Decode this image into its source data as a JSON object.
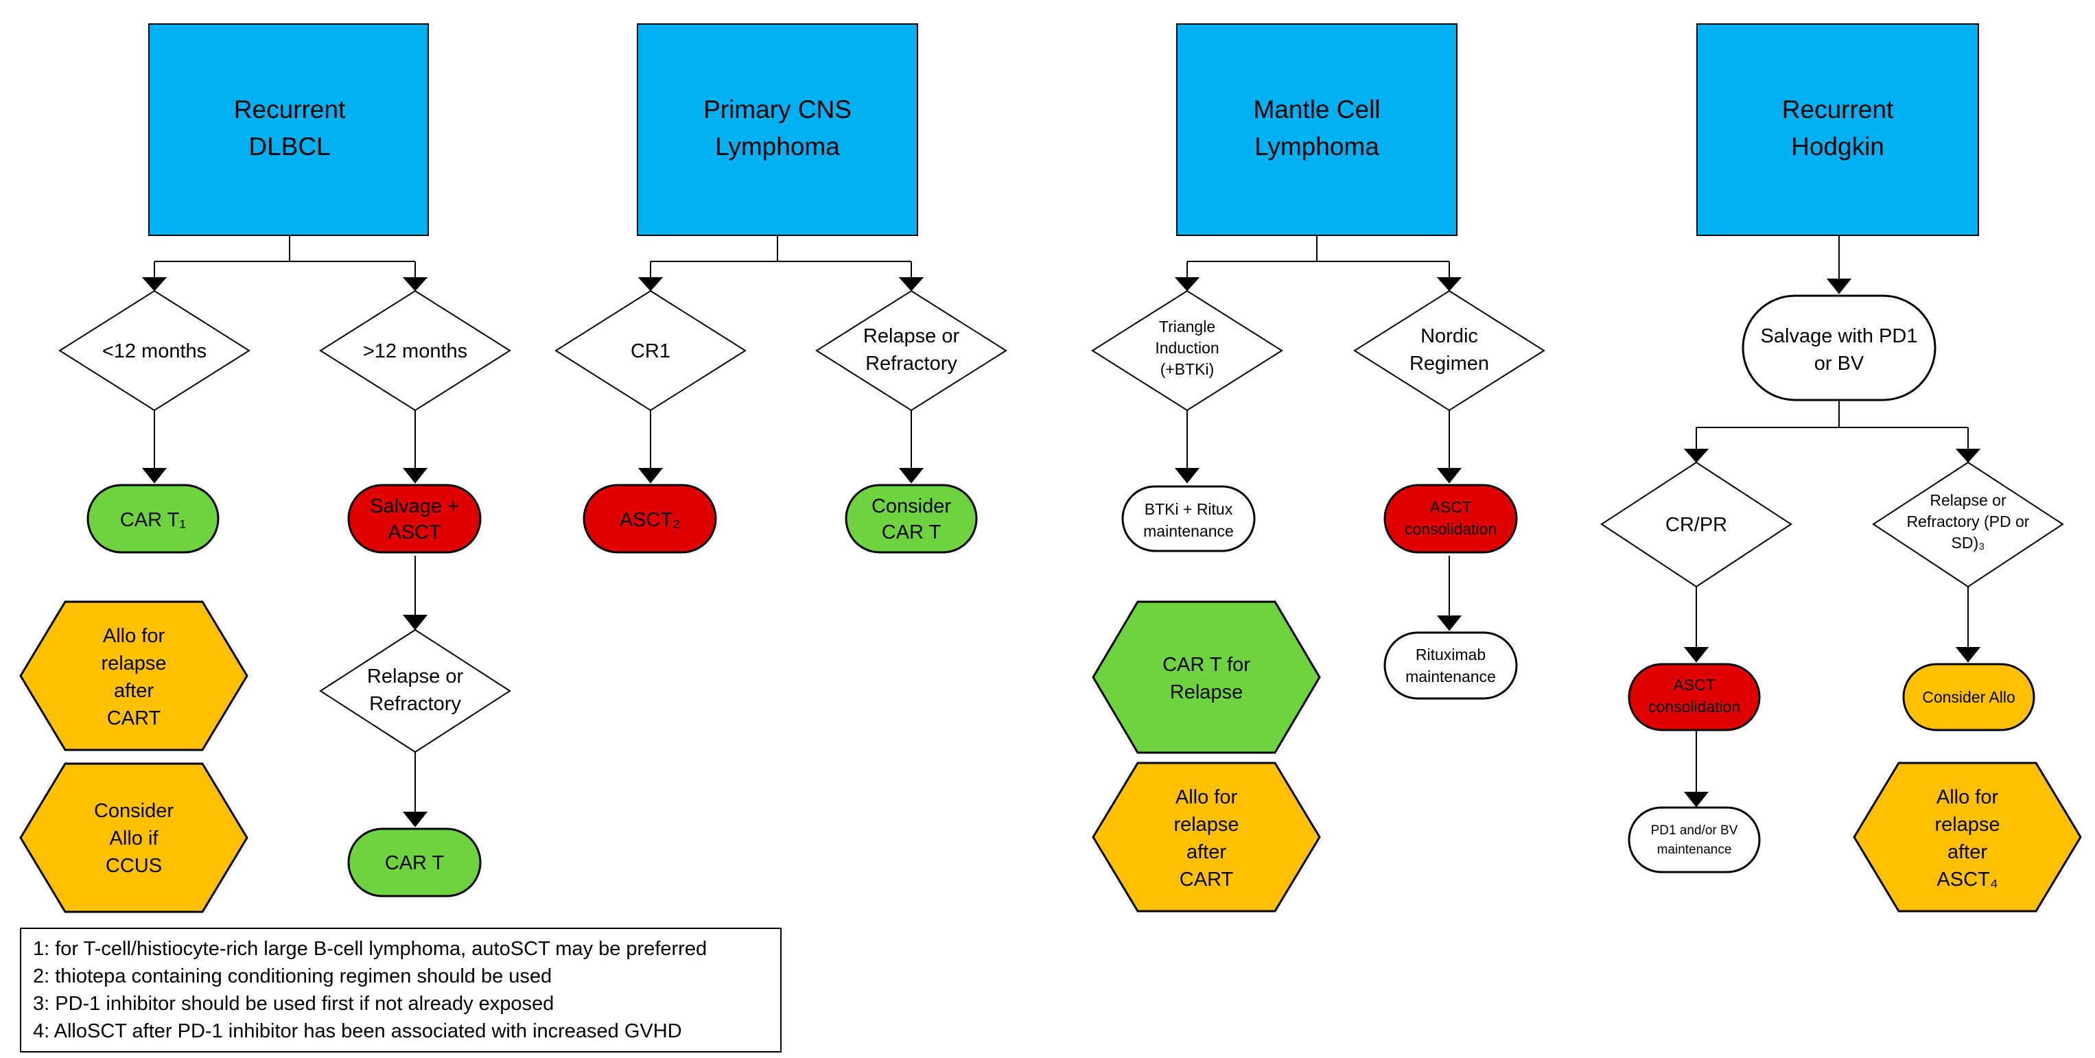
{
  "colors": {
    "header_blue": "#00b0f0",
    "green": "#6dd33f",
    "red": "#e00000",
    "orange": "#ffc000",
    "white": "#ffffff",
    "line": "#000000"
  },
  "columns": {
    "dlbcl": {
      "header": [
        "Recurrent",
        "DLBCL"
      ],
      "lt12": [
        "<12 months"
      ],
      "gt12": [
        ">12 months"
      ],
      "car_t1": [
        "CAR T₁"
      ],
      "salvage_asct": [
        "Salvage +",
        "ASCT"
      ],
      "relapse_refractory": [
        "Relapse or",
        "Refractory"
      ],
      "car_t": [
        "CAR T"
      ],
      "allo_relapse": [
        "Allo for",
        "relapse",
        "after",
        "CART"
      ],
      "consider_allo_ccus": [
        "Consider",
        "Allo if",
        "CCUS"
      ]
    },
    "pcnsl": {
      "header": [
        "Primary CNS",
        "Lymphoma"
      ],
      "cr1": [
        "CR1"
      ],
      "relapse_refractory": [
        "Relapse or",
        "Refractory"
      ],
      "asct2": [
        "ASCT₂"
      ],
      "consider_car_t": [
        "Consider",
        "CAR T"
      ]
    },
    "mcl": {
      "header": [
        "Mantle Cell",
        "Lymphoma"
      ],
      "triangle": [
        "Triangle",
        "Induction",
        "(+BTKi)"
      ],
      "nordic": [
        "Nordic",
        "Regimen"
      ],
      "btki_ritux": [
        "BTKi + Ritux",
        "maintenance"
      ],
      "asct_consolidation": [
        "ASCT",
        "consolidation"
      ],
      "rituximab_maint": [
        "Rituximab",
        "maintenance"
      ],
      "car_t_relapse": [
        "CAR T for",
        "Relapse"
      ],
      "allo_relapse": [
        "Allo for",
        "relapse",
        "after",
        "CART"
      ]
    },
    "hodgkin": {
      "header": [
        "Recurrent",
        "Hodgkin"
      ],
      "salvage": [
        "Salvage with PD1",
        "or BV"
      ],
      "cr_pr": [
        "CR/PR"
      ],
      "relapse_refractory": [
        "Relapse or",
        "Refractory (PD or",
        "SD)₃"
      ],
      "asct_consolidation": [
        "ASCT",
        "consolidation"
      ],
      "consider_allo": [
        "Consider Allo"
      ],
      "pd1_bv_maint": [
        "PD1 and/or BV",
        "maintenance"
      ],
      "allo_relapse_asct": [
        "Allo for",
        "relapse",
        "after",
        "ASCT₄"
      ]
    }
  },
  "footnotes": [
    "1: for T-cell/histiocyte-rich large B-cell lymphoma, autoSCT may be preferred",
    "2: thiotepa containing conditioning regimen should be used",
    "3: PD-1 inhibitor should be used first if not already exposed",
    "4: AlloSCT after PD-1 inhibitor has been associated with increased GVHD"
  ]
}
